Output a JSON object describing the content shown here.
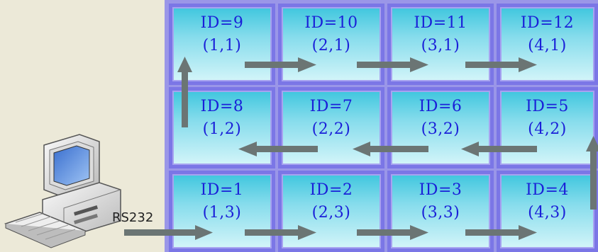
{
  "connection_label": "RS232",
  "tiles": [
    {
      "id": "ID=9",
      "coord": "(1,1)"
    },
    {
      "id": "ID=10",
      "coord": "(2,1)"
    },
    {
      "id": "ID=11",
      "coord": "(3,1)"
    },
    {
      "id": "ID=12",
      "coord": "(4,1)"
    },
    {
      "id": "ID=8",
      "coord": "(1,2)"
    },
    {
      "id": "ID=7",
      "coord": "(2,2)"
    },
    {
      "id": "ID=6",
      "coord": "(3,2)"
    },
    {
      "id": "ID=5",
      "coord": "(4,2)"
    },
    {
      "id": "ID=1",
      "coord": "(1,3)"
    },
    {
      "id": "ID=2",
      "coord": "(2,3)"
    },
    {
      "id": "ID=3",
      "coord": "(3,3)"
    },
    {
      "id": "ID=4",
      "coord": "(4,3)"
    }
  ],
  "colors": {
    "tile_text": "#1a1fd8",
    "tile_border": "#7b76e6",
    "arrow": "#6b7574"
  }
}
